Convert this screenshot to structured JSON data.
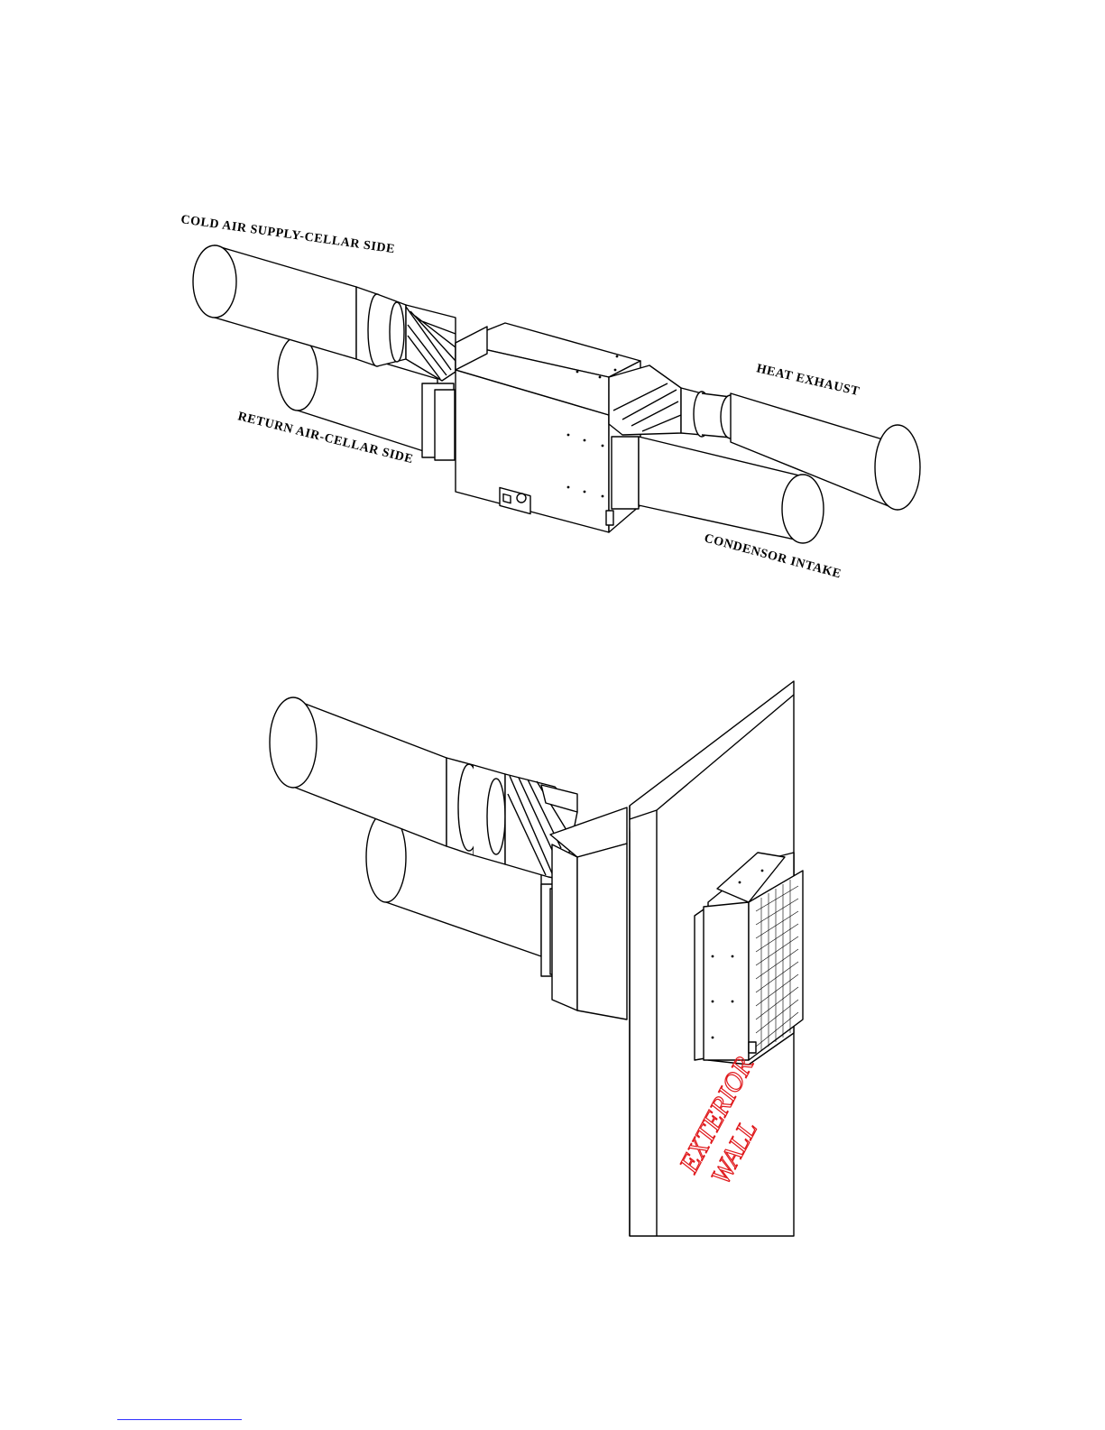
{
  "colors": {
    "line": "#000000",
    "background": "#ffffff",
    "wall_label": "#e0191c",
    "footer_link": "#3030ff"
  },
  "diagram_top": {
    "labels": {
      "cold_air_supply": "COLD AIR SUPPLY-CELLAR SIDE",
      "return_air": "RETURN AIR-CELLAR SIDE",
      "heat_exhaust": "HEAT EXHAUST",
      "condensor_intake": "CONDENSOR INTAKE"
    }
  },
  "diagram_bottom": {
    "wall_label_line1": "EXTERIOR",
    "wall_label_line2": "WALL"
  }
}
